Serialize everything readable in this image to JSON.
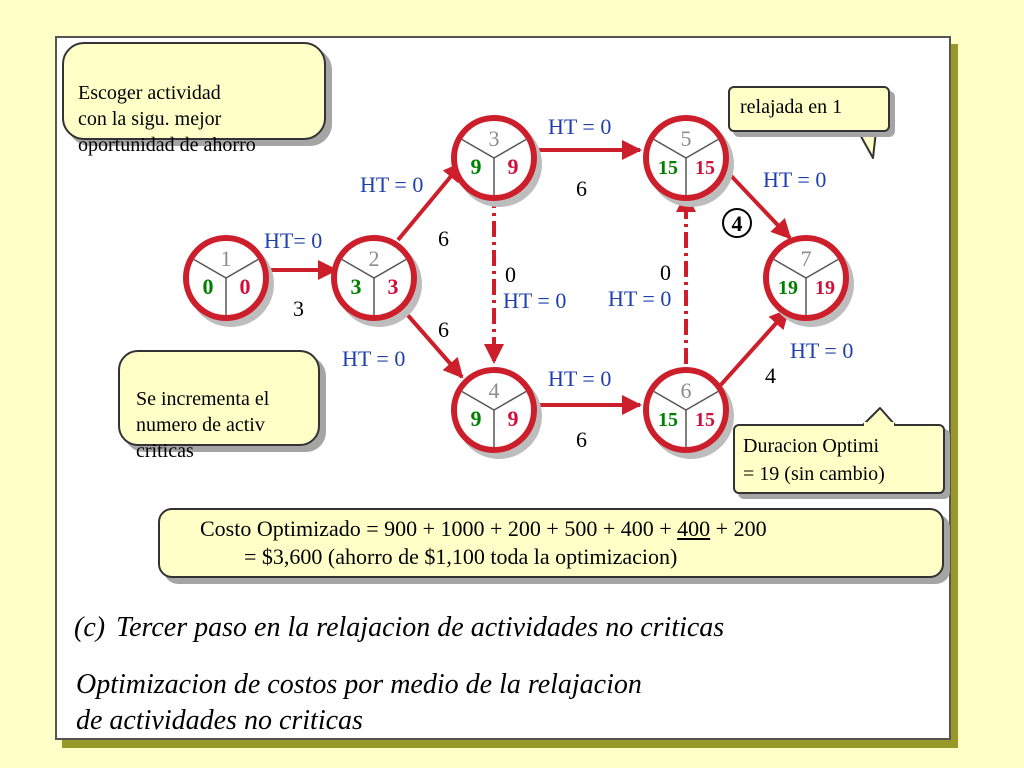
{
  "callouts": {
    "choose": "Escoger actividad\ncon la sigu. mejor\noportunidad de ahorro",
    "increase": "Se incrementa el\nnumero de activ\ncriticas",
    "relaxed": "relajada en 1",
    "duration_line1": "Duracion Optimi",
    "duration_line2": "= 19 (sin cambio)"
  },
  "nodes": [
    {
      "id": "1",
      "left": "0",
      "right": "0"
    },
    {
      "id": "2",
      "left": "3",
      "right": "3"
    },
    {
      "id": "3",
      "left": "9",
      "right": "9"
    },
    {
      "id": "4",
      "left": "9",
      "right": "9"
    },
    {
      "id": "5",
      "left": "15",
      "right": "15"
    },
    {
      "id": "6",
      "left": "15",
      "right": "15"
    },
    {
      "id": "7",
      "left": "19",
      "right": "19"
    }
  ],
  "edges": {
    "e12": {
      "ht": "HT= 0",
      "dur": "3"
    },
    "e23": {
      "ht": "HT = 0",
      "dur": "6"
    },
    "e24": {
      "ht": "HT = 0",
      "dur": "6"
    },
    "e35": {
      "ht": "HT = 0",
      "dur": "6"
    },
    "e46": {
      "ht": "HT = 0",
      "dur": "6"
    },
    "e57": {
      "ht": "HT = 0"
    },
    "e67": {
      "ht": "HT = 0",
      "dur": "4"
    },
    "e34": {
      "ht": "HT = 0",
      "dur": "0"
    },
    "e65": {
      "ht": "HT = 0",
      "dur": "0"
    }
  },
  "marker": "4",
  "cost": {
    "pre": "Costo Optimizado = 900 + 1000 + 200 + 500 + 400 + ",
    "underlined": "400",
    "post": " + 200",
    "line2": "= $3,600 (ahorro de $1,100 toda la optimizacion)"
  },
  "caption": {
    "step_label": "(c)",
    "step_text": "Tercer paso en la relajacion de actividades no criticas",
    "title_line1": "Optimizacion de costos por medio de la relajacion",
    "title_line2": "de actividades no criticas"
  },
  "colors": {
    "node_border": "#cc1f2b",
    "arrow": "#cc1f2b",
    "early": "#008000",
    "late": "#d0103a",
    "label_blue": "#1f3fb0",
    "node_id": "#8c8c8c"
  }
}
